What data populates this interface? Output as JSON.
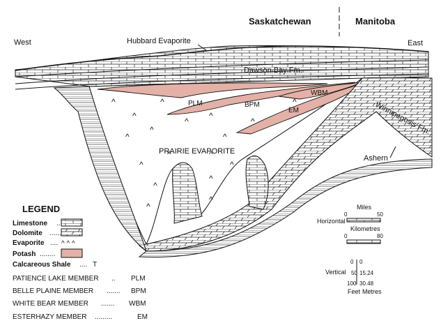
{
  "header": {
    "province_left": "Saskatchewan",
    "province_right": "Manitoba"
  },
  "directions": {
    "west": "West",
    "east": "East"
  },
  "labels": {
    "hubbard": "Hubbard Evaporite",
    "dawson": "Dawson Bay Fm.",
    "winnipegosis": "Winnipegosis Fm.",
    "prairie": "PRAIRIE EVAPORITE",
    "ashern": "Ashern",
    "plm": "PLM",
    "bpm": "BPM",
    "wbm": "WBM",
    "em": "EM"
  },
  "legend": {
    "title": "LEGEND",
    "items": [
      {
        "label": "Limestone",
        "dots": "..........",
        "symbol": "limestone"
      },
      {
        "label": "Dolomite",
        "dots": "..........",
        "symbol": "dolomite"
      },
      {
        "label": "Evaporite",
        "dots": "....",
        "symbol": "^ ^ ^"
      },
      {
        "label": "Potash",
        "dots": "........",
        "symbol": "potash"
      },
      {
        "label": "Calcareous Shale",
        "dots": "....",
        "symbol": "T"
      }
    ],
    "members": [
      {
        "name": "PATIENCE LAKE MEMBER",
        "dots": "..",
        "abbr": "PLM"
      },
      {
        "name": "BELLE PLAINE MEMBER",
        "dots": ".......",
        "abbr": "BPM"
      },
      {
        "name": "WHITE BEAR MEMBER",
        "dots": ".......",
        "abbr": "WBM"
      },
      {
        "name": "ESTERHAZY MEMBER",
        "dots": ".........",
        "abbr": "EM"
      }
    ]
  },
  "scale": {
    "horizontal_label": "Horizontal",
    "miles_title": "Miles",
    "miles_ticks": [
      "0",
      "50"
    ],
    "km_title": "Kilometres",
    "km_ticks": [
      "0",
      "80"
    ],
    "vertical_label": "Vertical",
    "feet_values": [
      "0",
      "50",
      "100"
    ],
    "metre_values": [
      "0",
      "15.24",
      "30.48"
    ],
    "feet_title": "Feet",
    "metres_title": "Metres"
  },
  "colors": {
    "potash": "#e3b1a7",
    "line": "#111111"
  }
}
